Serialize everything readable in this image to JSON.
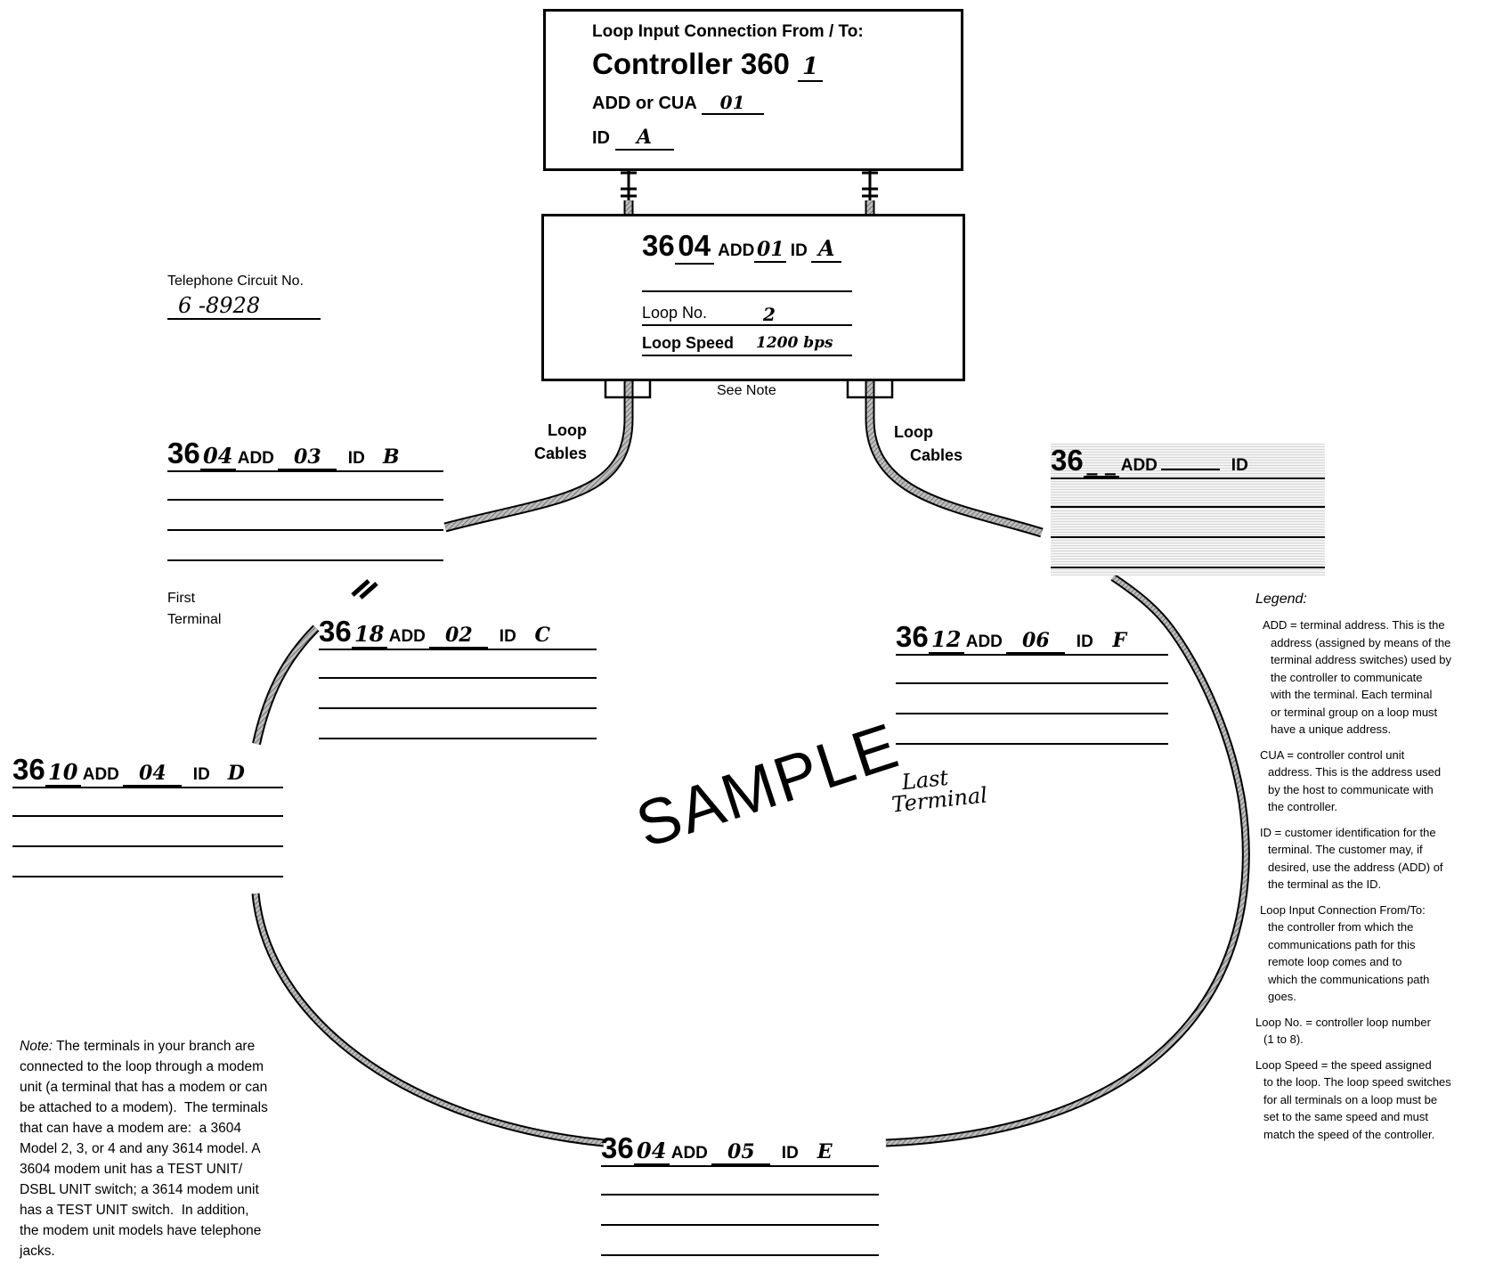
{
  "controller_box": {
    "heading": "Loop Input Connection From / To:",
    "controller_label": "Controller 360",
    "controller_value": "1",
    "add_cua_label": "ADD or CUA",
    "add_cua_value": "01",
    "id_label": "ID",
    "id_value": "A"
  },
  "primary_terminal": {
    "prefix": "36",
    "model": "04",
    "add_label": "ADD",
    "add_value": "01",
    "id_label": "ID",
    "id_value": "A",
    "loop_no_label": "Loop No.",
    "loop_no_value": "2",
    "loop_speed_label": "Loop Speed",
    "loop_speed_value": "1200 bps",
    "see_note": "See Note"
  },
  "telephone": {
    "label": "Telephone Circuit No.",
    "value": "6 -8928"
  },
  "loop_cables_left": [
    "Loop",
    "Cables"
  ],
  "loop_cables_right": [
    "Loop",
    "Cables"
  ],
  "first_terminal_label": [
    "First",
    "Terminal"
  ],
  "last_terminal_label": [
    "Last",
    "Terminal"
  ],
  "sample_watermark": "SAMPLE",
  "terminals": [
    {
      "prefix": "36",
      "model": "04",
      "add_label": "ADD",
      "add_value": "03",
      "id_label": "ID",
      "id_value": "B"
    },
    {
      "prefix": "36",
      "model": "18",
      "add_label": "ADD",
      "add_value": "02",
      "id_label": "ID",
      "id_value": "C"
    },
    {
      "prefix": "36",
      "model": "10",
      "add_label": "ADD",
      "add_value": "04",
      "id_label": "ID",
      "id_value": "D"
    },
    {
      "prefix": "36",
      "model": "04",
      "add_label": "ADD",
      "add_value": "05",
      "id_label": "ID",
      "id_value": "E"
    },
    {
      "prefix": "36",
      "model": "12",
      "add_label": "ADD",
      "add_value": "06",
      "id_label": "ID",
      "id_value": "F"
    },
    {
      "prefix": "36",
      "model": "_ _",
      "add_label": "ADD",
      "add_value": "",
      "id_label": "ID",
      "id_value": ""
    }
  ],
  "legend": {
    "title": "Legend:",
    "add": [
      "ADD = terminal address.  This is the",
      "address (assigned by means of the",
      "terminal address switches) used by",
      "the controller to communicate",
      "with the terminal.  Each terminal",
      "or terminal group on a loop must",
      "have a unique address."
    ],
    "cua": [
      "CUA = controller control unit",
      "address.  This is the address used",
      "by the host to communicate with",
      "the controller."
    ],
    "id": [
      "ID = customer identification for the",
      "terminal.  The customer may, if",
      "desired, use the address (ADD) of",
      "the terminal as the ID."
    ],
    "loop_input": [
      "Loop Input Connection From/To:",
      "the controller from which the",
      "communications path for this",
      "remote loop comes and to",
      "which the communications path",
      "goes."
    ],
    "loop_no": [
      "Loop No. = controller loop number",
      "(1 to 8)."
    ],
    "loop_speed": [
      "Loop Speed = the speed assigned",
      "to the loop.  The loop speed switches",
      "for all terminals on a loop must be",
      "set to the same speed and must",
      "match the speed of the controller."
    ]
  },
  "note": {
    "label": "Note:",
    "lines": [
      " The terminals in your branch are",
      "connected to the loop through a modem",
      "unit (a terminal that has a modem or can",
      "be attached to a modem).  The terminals",
      "that can have a modem are:  a 3604",
      "Model 2, 3, or 4 and any 3614 model. A",
      "3604 modem unit has a TEST UNIT/",
      "DSBL UNIT switch; a 3614 modem unit",
      "has a TEST UNIT switch.  In addition,",
      "the modem unit models have telephone",
      "jacks."
    ]
  }
}
